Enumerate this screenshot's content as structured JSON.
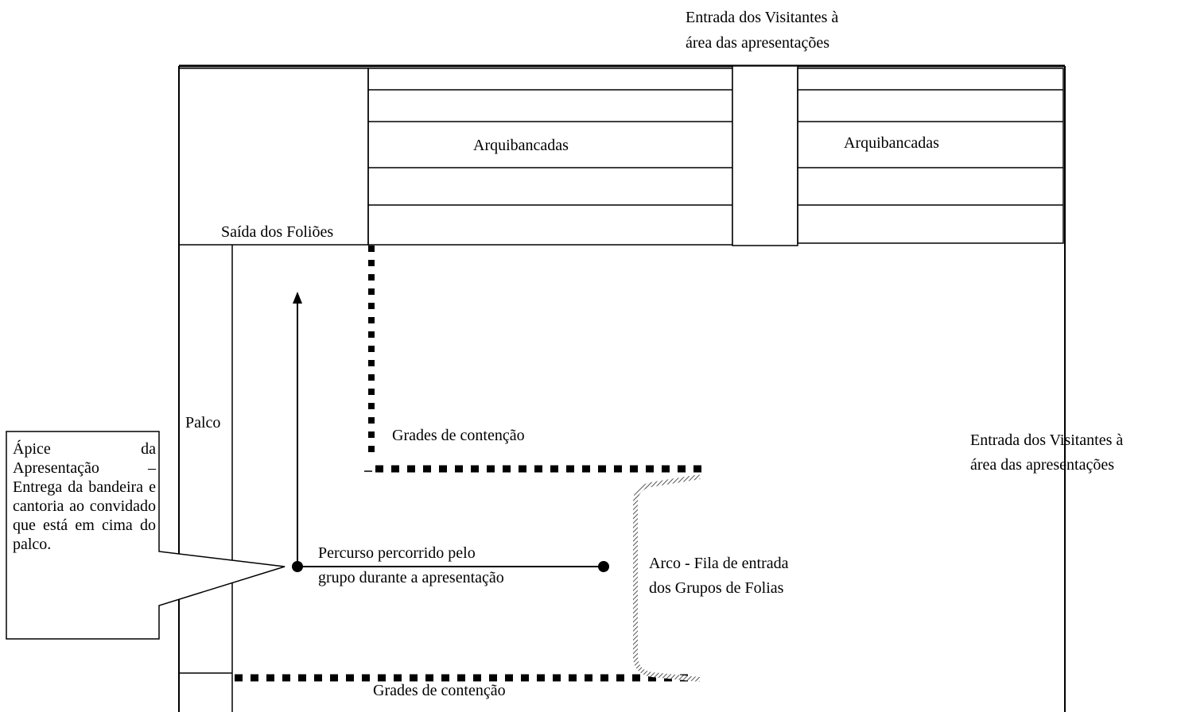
{
  "labels": {
    "top_entrance": [
      "Entrada dos Visitantes à",
      "área das apresentações"
    ],
    "right_entrance": [
      "Entrada dos Visitantes à",
      "área das apresentações"
    ],
    "stands_left": "Arquibancadas",
    "stands_right": "Arquibancadas",
    "exit": "Saída dos Foliões",
    "stage": "Palco",
    "barrier_upper": "Grades de contenção",
    "barrier_lower": "Grades de contenção",
    "route": [
      "Percurso percorrido pelo",
      "grupo durante a apresentação"
    ],
    "arch": [
      "Arco - Fila de entrada",
      "dos Grupos de Folias"
    ],
    "callout": "Ápice da Apresentação – Entrega da bandeira e cantoria ao convidado que está em cima do palco."
  }
}
